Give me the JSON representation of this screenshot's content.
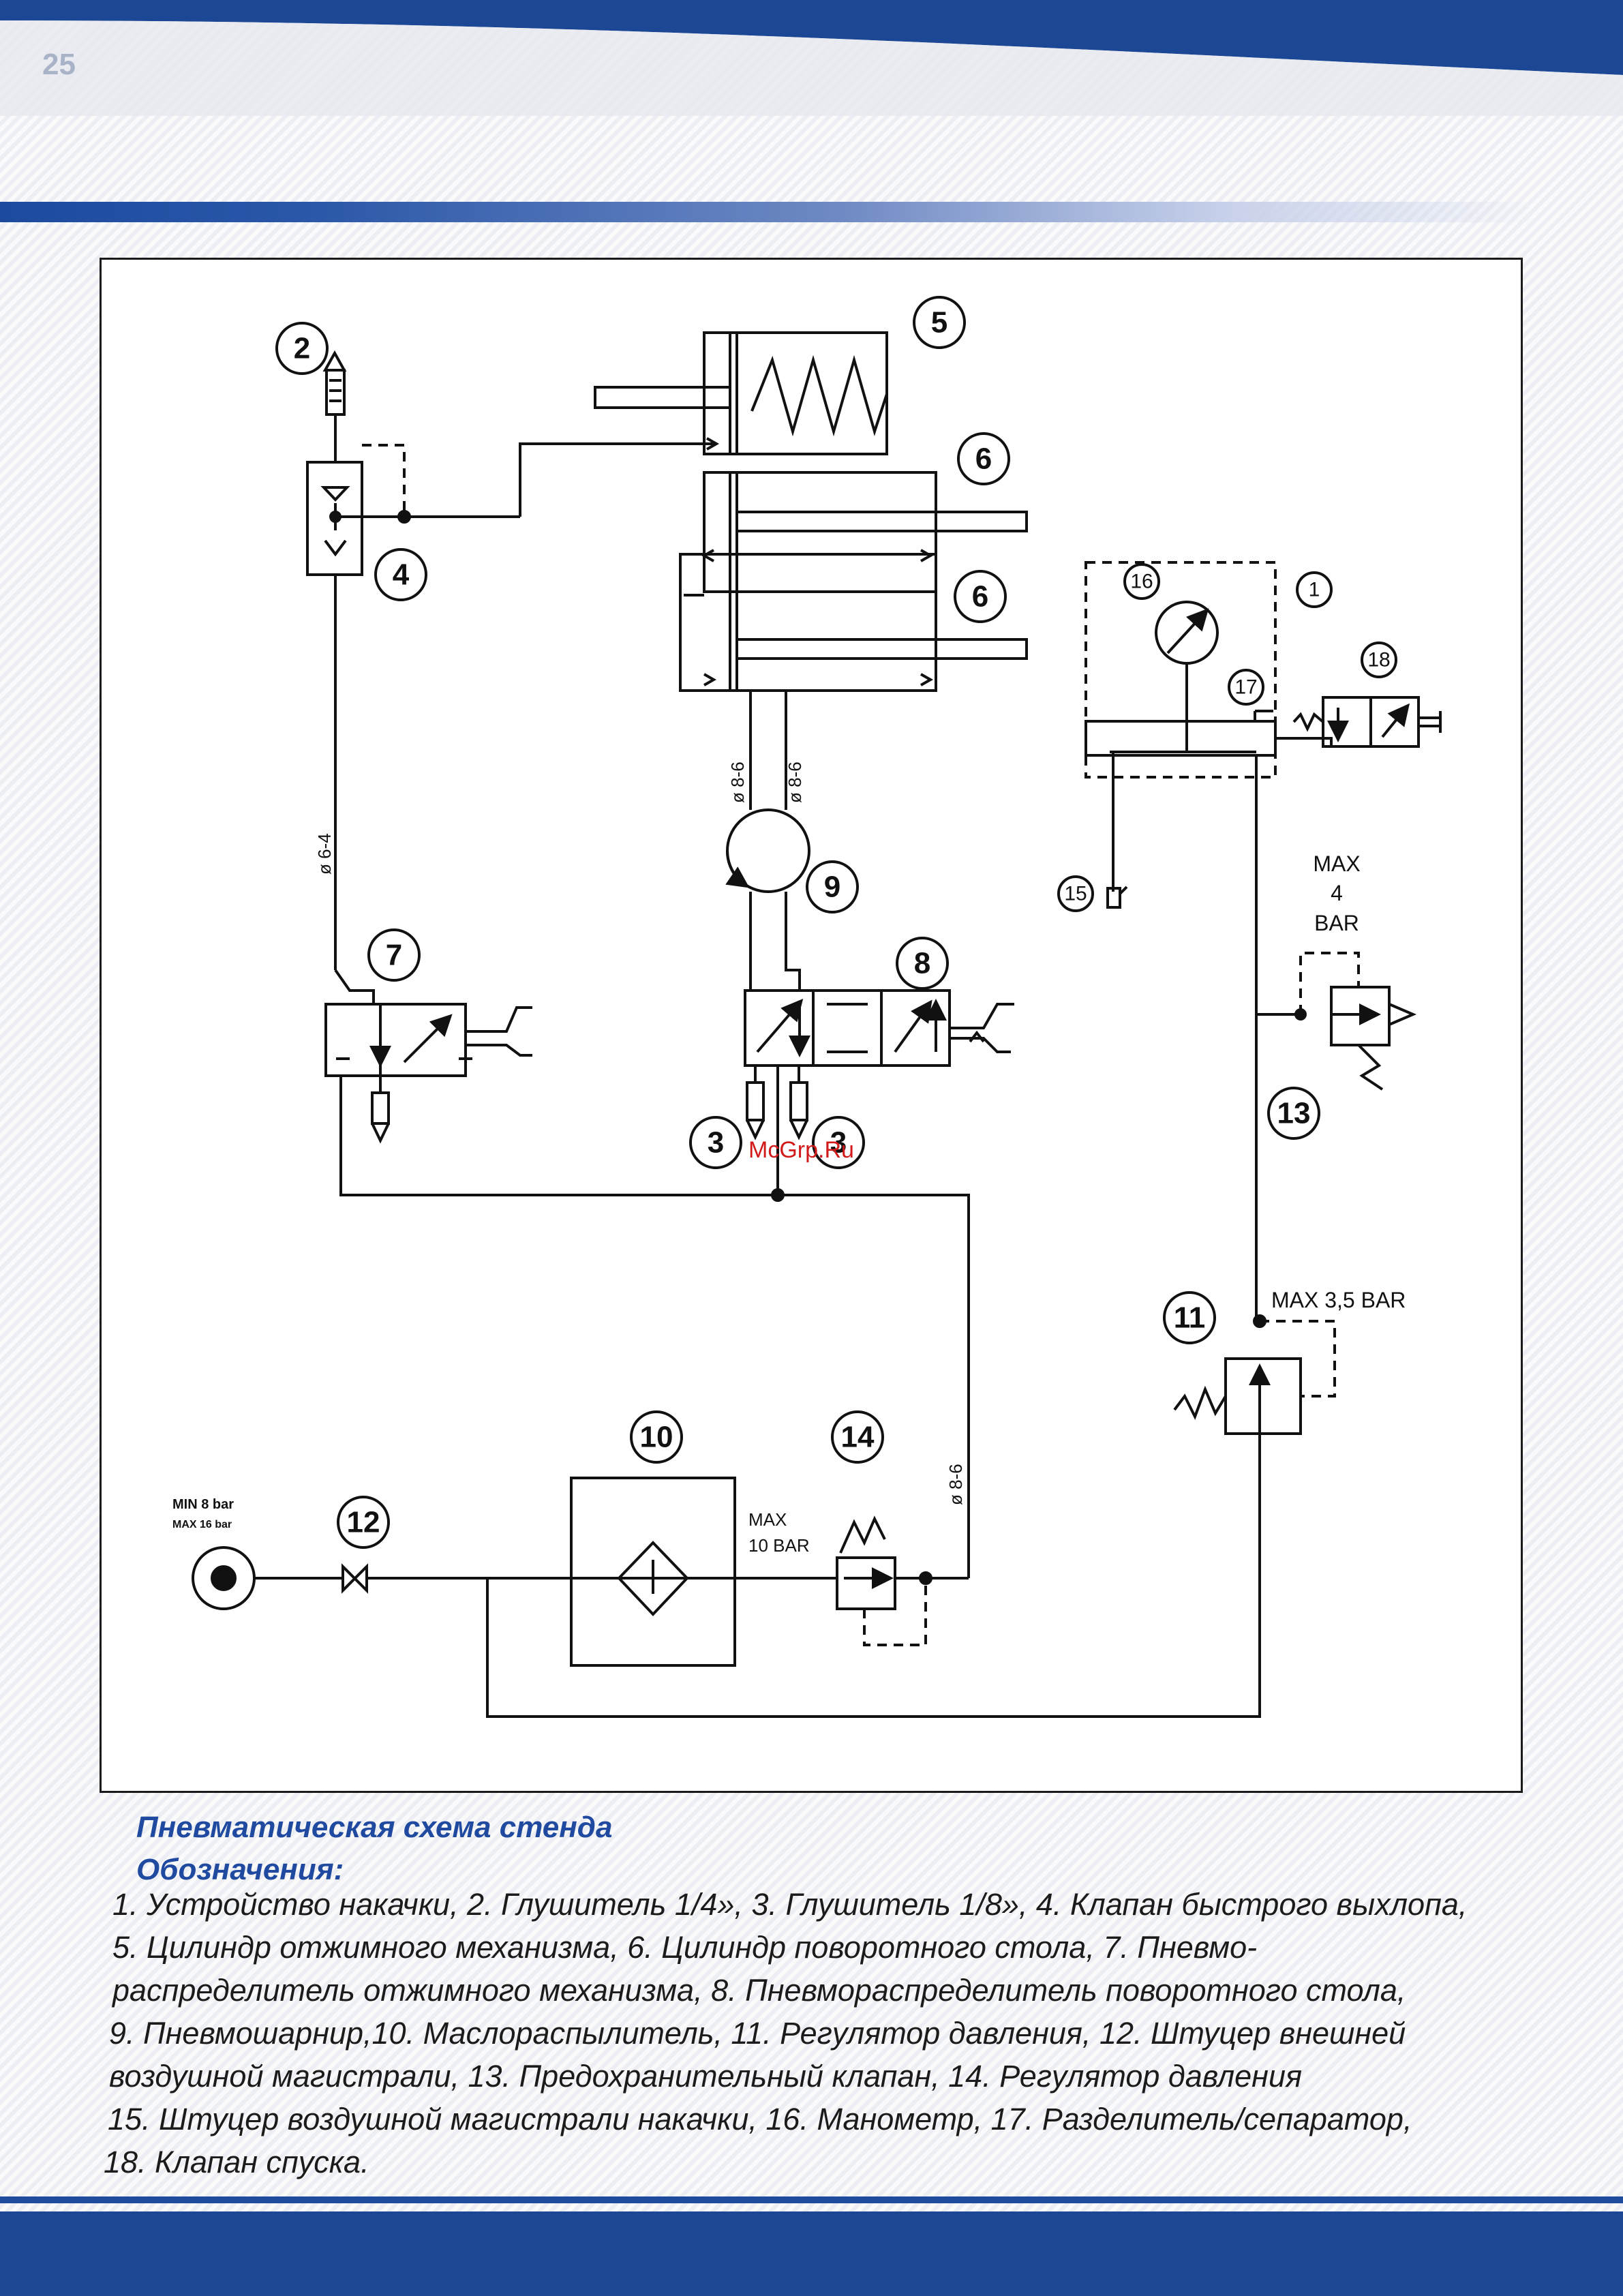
{
  "page_number": "25",
  "diagram": {
    "labels": {
      "n1": "1",
      "n2": "2",
      "n3a": "3",
      "n3b": "3",
      "n4": "4",
      "n5": "5",
      "n6a": "6",
      "n6b": "6",
      "n7": "7",
      "n8": "8",
      "n9": "9",
      "n10": "10",
      "n11": "11",
      "n12": "12",
      "n13": "13",
      "n14": "14",
      "n15": "15",
      "n16": "16",
      "n17": "17",
      "n18": "18",
      "pipe_64": "ø 6-4",
      "pipe_86a": "ø 8-6",
      "pipe_86b": "ø 8-6",
      "pipe_86c": "ø 8-6",
      "max4_line1": "MAX",
      "max4_line2": "4",
      "max4_line3": "BAR",
      "max35": "MAX 3,5 BAR",
      "max10_line1": "MAX",
      "max10_line2": "10 BAR",
      "supply_min": "MIN 8 bar",
      "supply_max": "MAX 16 bar",
      "watermark": "McGrp.Ru"
    }
  },
  "caption": {
    "title_line1": "Пневматическая схема стенда",
    "title_line2": "Обозначения:"
  },
  "legend_lines": [
    "1. Устройство накачки, 2. Глушитель 1/4», 3. Глушитель 1/8», 4. Клапан быстрого выхлопа,",
    "5. Цилиндр отжимного механизма, 6. Цилиндр поворотного стола, 7. Пневмо-",
    "распределитель отжимного механизма, 8. Пневмораспределитель поворотного стола,",
    "9. Пневмошарнир,10. Маслораспылитель, 11. Регулятор давления, 12. Штуцер внешней",
    "воздушной магистрали, 13. Предохранительный клапан, 14. Регулятор давления",
    "15. Штуцер воздушной магистрали накачки, 16. Манометр, 17. Разделитель/сепаратор,",
    "18. Клапан спуска."
  ],
  "colors": {
    "band_blue": "#1c4795",
    "title_blue": "#1f4aa0",
    "watermark_red": "#d11a1a"
  }
}
